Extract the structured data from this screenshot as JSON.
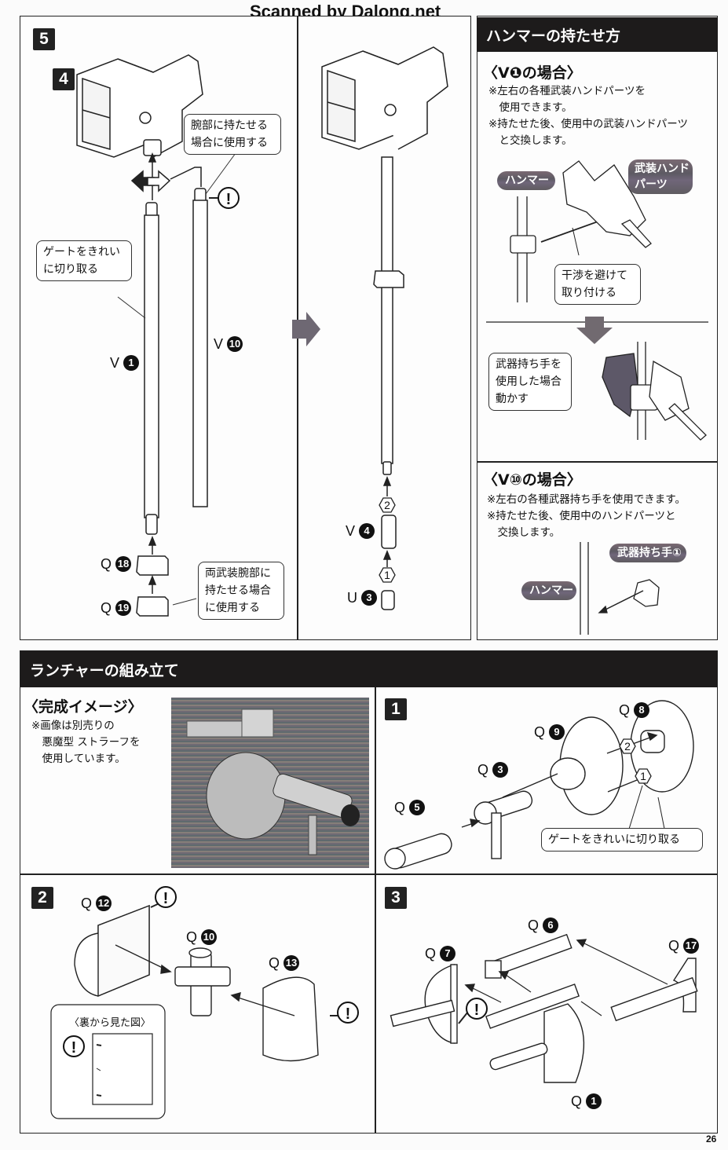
{
  "watermark": "Scanned by Dalong.net",
  "page_number": "26",
  "step5": {
    "step_label": "5",
    "sub_step_label": "4",
    "callout_arm": [
      "腕部に持たせる",
      "場合に使用する"
    ],
    "callout_gate": [
      "ゲートをきれい",
      "に切り取る"
    ],
    "callout_both_arms": [
      "両武装腕部に",
      "持たせる場合",
      "に使用する"
    ],
    "parts": {
      "v1": {
        "letter": "V",
        "num": "1"
      },
      "v10": {
        "letter": "V",
        "num": "10"
      },
      "q18": {
        "letter": "Q",
        "num": "18"
      },
      "q19": {
        "letter": "Q",
        "num": "19"
      },
      "v4": {
        "letter": "V",
        "num": "4"
      },
      "u3": {
        "letter": "U",
        "num": "3"
      }
    },
    "order": [
      "2",
      "1"
    ],
    "warning_mark": "!"
  },
  "hammer": {
    "title": "ハンマーの持たせ方",
    "case_v1": {
      "heading": "〈V❶の場合〉",
      "notes": [
        "※左右の各種武装ハンドパーツを",
        "　使用できます。",
        "※持たせた後、使用中の武装ハンドパーツ",
        "　と交換します。"
      ],
      "pill_hammer": "ハンマー",
      "pill_hand": [
        "武装ハンド",
        "パーツ"
      ],
      "callout_avoid": [
        "干渉を避けて",
        "取り付ける"
      ],
      "callout_move": [
        "武器持ち手を",
        "使用した場合",
        "動かす"
      ]
    },
    "case_v10": {
      "heading": "〈V⑩の場合〉",
      "notes": [
        "※左右の各種武器持ち手を使用できます。",
        "※持たせた後、使用中のハンドパーツと",
        "　交換します。"
      ],
      "pill_grip": "武器持ち手①",
      "pill_hammer": "ハンマー"
    }
  },
  "launcher": {
    "title": "ランチャーの組み立て",
    "preview": {
      "heading": "〈完成イメージ〉",
      "notes": [
        "※画像は別売りの",
        "　悪魔型 ストラーフを",
        "　使用しています。"
      ]
    },
    "step1": {
      "step_label": "1",
      "parts": {
        "q8": {
          "letter": "Q",
          "num": "8"
        },
        "q9": {
          "letter": "Q",
          "num": "9"
        },
        "q3": {
          "letter": "Q",
          "num": "3"
        },
        "q5": {
          "letter": "Q",
          "num": "5"
        }
      },
      "order": [
        "2",
        "1"
      ],
      "callout_gate": "ゲートをきれいに切り取る"
    },
    "step2": {
      "step_label": "2",
      "parts": {
        "q12": {
          "letter": "Q",
          "num": "12"
        },
        "q10": {
          "letter": "Q",
          "num": "10"
        },
        "q13": {
          "letter": "Q",
          "num": "13"
        }
      },
      "inset_title": "〈裏から見た図〉",
      "warning_mark": "!"
    },
    "step3": {
      "step_label": "3",
      "parts": {
        "q6": {
          "letter": "Q",
          "num": "6"
        },
        "q7": {
          "letter": "Q",
          "num": "7"
        },
        "q17": {
          "letter": "Q",
          "num": "17"
        },
        "q1": {
          "letter": "Q",
          "num": "1"
        }
      },
      "warning_mark": "!"
    }
  }
}
